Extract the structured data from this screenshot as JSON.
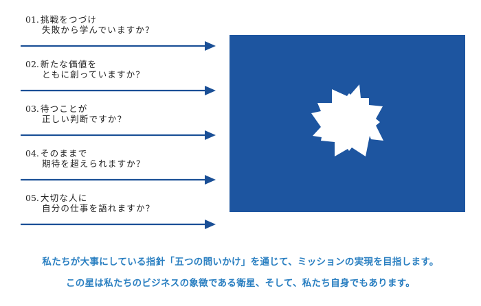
{
  "colors": {
    "accent_blue": "#1d55a0",
    "arrow_blue": "#1a4f96",
    "footer_text": "#2a7fc1",
    "question_text": "#222222"
  },
  "questions": [
    {
      "number": "01.",
      "line1": "挑戦をつづけ",
      "line2": "失敗から学んでいますか？"
    },
    {
      "number": "02.",
      "line1": "新たな価値を",
      "line2": "ともに創っていますか？"
    },
    {
      "number": "03.",
      "line1": "待つことが",
      "line2": "正しい判断ですか？"
    },
    {
      "number": "04.",
      "line1": "そのままで",
      "line2": "期待を超えられますか？"
    },
    {
      "number": "05.",
      "line1": "大切な人に",
      "line2": "自分の仕事を語れますか？"
    }
  ],
  "emblem": {
    "icon": "star-burst-icon",
    "background": "#1d55a0",
    "star_color": "#ffffff"
  },
  "footer": {
    "line1": "私たちが大事にしている指針「五つの問いかけ」を通じて、ミッションの実現を目指します。",
    "line2": "この星は私たちのビジネスの象徴である衛星、そして、私たち自身でもあります。"
  }
}
